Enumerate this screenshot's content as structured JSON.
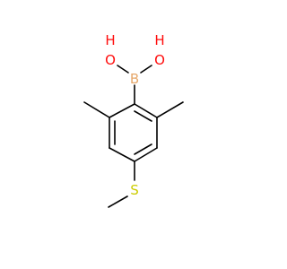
{
  "molecule": {
    "atoms": {
      "boron": {
        "text": "B",
        "color": "#e6a86b"
      },
      "oxygen_left": {
        "text": "O",
        "color": "#ff0d0d"
      },
      "oxygen_right": {
        "text": "O",
        "color": "#ff0d0d"
      },
      "hydrogen_left": {
        "text": "H",
        "color": "#ff0d0d"
      },
      "hydrogen_right": {
        "text": "H",
        "color": "#ff0d0d"
      },
      "sulfur": {
        "text": "S",
        "color": "#cccc00"
      }
    },
    "bond_color": "#000000",
    "background": "#ffffff"
  }
}
